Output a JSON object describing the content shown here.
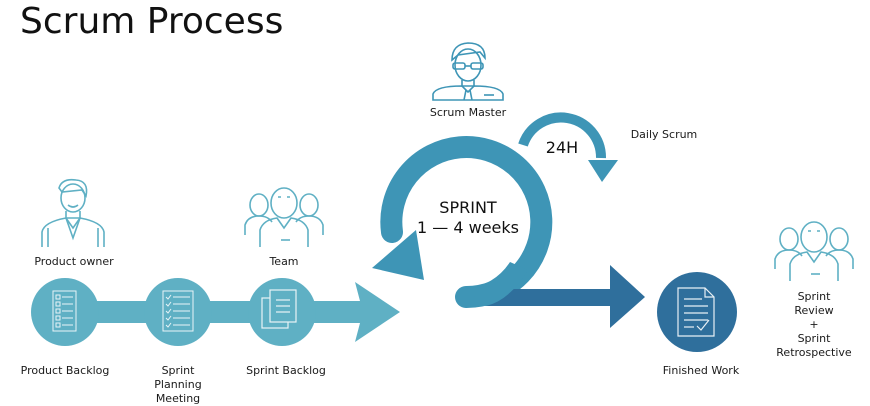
{
  "title": "Scrum Process",
  "colors": {
    "light_teal": "#5fb0c4",
    "mid_teal": "#3e95b6",
    "dark_blue": "#2f6f9c",
    "icon_stroke": "#5fb0c4",
    "icon_stroke_dark": "#3e95b6"
  },
  "roles": {
    "product_owner": {
      "label": "Product owner",
      "icon": "product-owner-person-icon"
    },
    "team": {
      "label": "Team",
      "icon": "team-group-icon"
    },
    "scrum_master": {
      "label": "Scrum Master",
      "icon": "scrum-master-person-icon"
    },
    "review_team": {
      "label_lines": [
        "Sprint",
        "Review",
        "+",
        "Sprint",
        "Retrospective"
      ],
      "icon": "team-group-icon"
    }
  },
  "stages": [
    {
      "label_lines": [
        "Product Backlog"
      ],
      "icon": "checklist-icon"
    },
    {
      "label_lines": [
        "Sprint",
        "Planning",
        "Meeting"
      ],
      "icon": "checked-list-icon"
    },
    {
      "label_lines": [
        "Sprint Backlog"
      ],
      "icon": "documents-icon"
    },
    {
      "label_lines": [
        "Finished Work"
      ],
      "icon": "approved-document-icon"
    }
  ],
  "sprint": {
    "line1": "SPRINT",
    "line2": "1 — 4 weeks"
  },
  "daily": {
    "cycle_label": "24H",
    "label": "Daily Scrum"
  }
}
